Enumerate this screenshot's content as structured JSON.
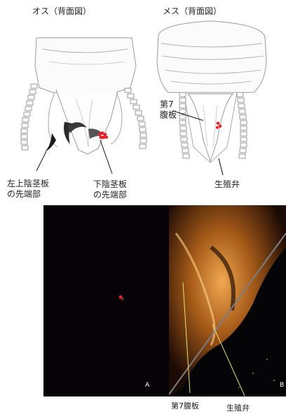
{
  "male": {
    "title": "オス（背面図）",
    "label_left_1": "左上陰茎板",
    "label_left_2": "の先端部",
    "label_right_1": "下陰茎板",
    "label_right_2": "の先端部"
  },
  "female": {
    "title": "メス（背面図）",
    "label_sternite_1": "第7",
    "label_sternite_2": "腹板",
    "label_valve": "生殖弁"
  },
  "photos": {
    "a_tag": "A",
    "b_tag": "B",
    "label_sternite": "第7腹板",
    "label_valve": "生殖弁"
  },
  "colors": {
    "highlight_red": "#e8202a",
    "photo_dark": "#070207",
    "photo_brown": "#a55a18",
    "pointer_yellow": "#e4e46a"
  }
}
